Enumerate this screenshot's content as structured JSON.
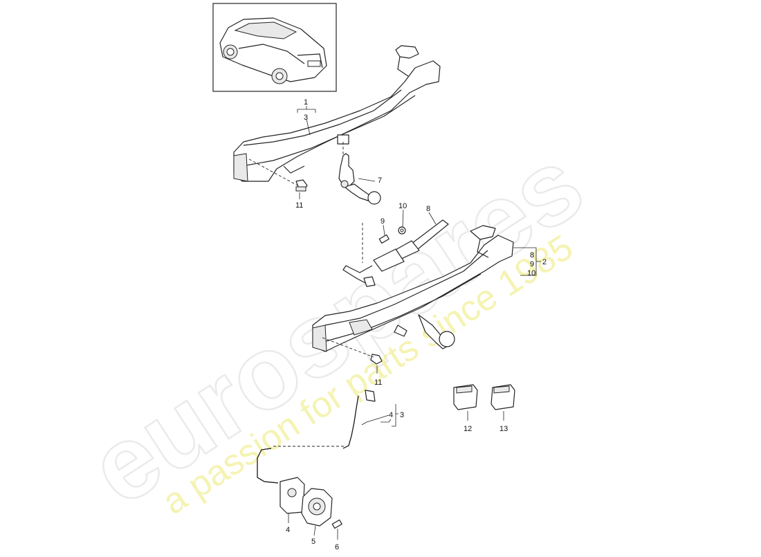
{
  "watermark": {
    "brand": "eurospares",
    "tagline": "a passion for parts since 1985"
  },
  "reference_image": {
    "subject": "vehicle-thumbnail"
  },
  "callouts": {
    "c1": "1",
    "c3a": "3",
    "c7": "7",
    "c11a": "11",
    "c9a": "9",
    "c10a": "10",
    "c8a": "8",
    "c8b": "8",
    "c9b": "9",
    "c10b": "10",
    "c2": "2",
    "c11b": "11",
    "c4a": "4",
    "c3b": "3",
    "c12": "12",
    "c13": "13",
    "c4b": "4",
    "c5": "5",
    "c6": "6"
  }
}
